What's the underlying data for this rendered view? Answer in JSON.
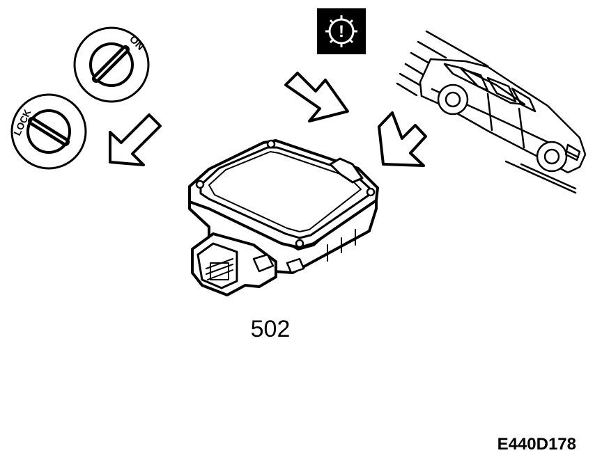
{
  "ignition_switch_on": {
    "label": "ON"
  },
  "ignition_switch_lock": {
    "label": "LOCK"
  },
  "warning_lamp": {
    "symbol": "!"
  },
  "control_module": {
    "part_number": "502"
  },
  "figure": {
    "code": "E440D178"
  },
  "colors": {
    "ink": "#000000",
    "paper": "#ffffff"
  }
}
